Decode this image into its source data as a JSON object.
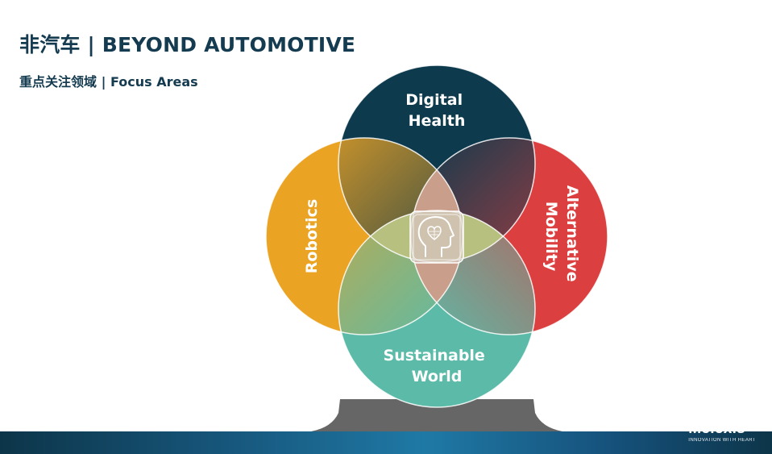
{
  "header": {
    "title": "非汽车 | BEYOND AUTOMOTIVE",
    "subtitle": "重点关注领域 | Focus Areas"
  },
  "venn": {
    "circles": [
      {
        "id": "digital-health",
        "label_lines": [
          "Digital",
          "Health"
        ],
        "color": "#0e3a4d"
      },
      {
        "id": "alternative-mobility",
        "label_lines": [
          "Alternative",
          "Mobility"
        ],
        "color": "#db3f3f"
      },
      {
        "id": "sustainable-world",
        "label_lines": [
          "Sustainable",
          "World"
        ],
        "color": "#5bbba8"
      },
      {
        "id": "robotics",
        "label_lines": [
          "Robotics"
        ],
        "color": "#eba324"
      }
    ],
    "center_icon": "head-heart-icon",
    "overlap_colors": {
      "top": "#5a9fb7",
      "center": "#c9a891",
      "right": "#c96d6f",
      "bottom": "#b8c07f"
    }
  },
  "footer": {
    "logo_text": "Melexis",
    "tagline": "INNOVATION WITH HEART"
  }
}
